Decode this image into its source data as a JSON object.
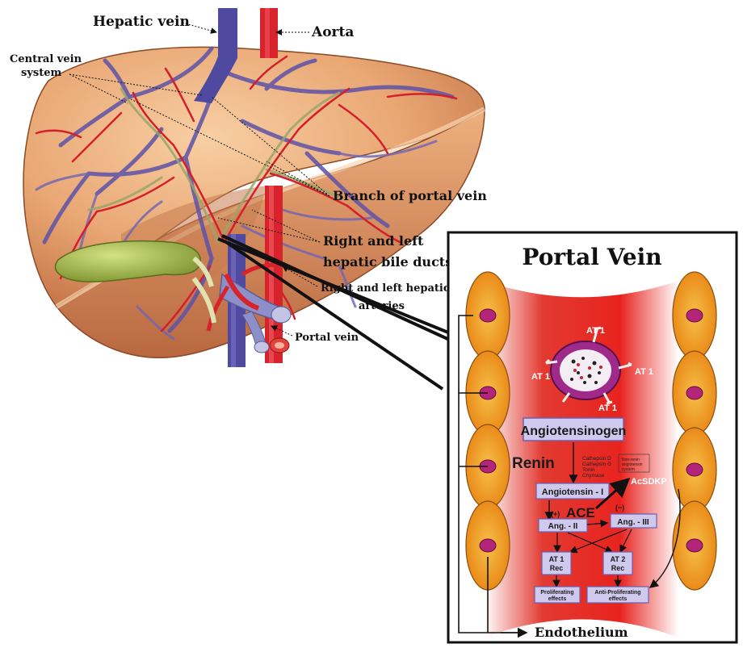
{
  "labels": {
    "hepatic_vein": "Hepatic vein",
    "aorta": "Aorta",
    "central_vein_line1": "Central vein",
    "central_vein_line2": "system",
    "branch_portal": "Branch of portal vein",
    "bile_ducts_line1": "Right and left",
    "bile_ducts_line2": "hepatic bile ducts",
    "hepatic_arteries_line1": "Right and left hepatic",
    "hepatic_arteries_line2": "arteries",
    "portal_vein": "Portal vein"
  },
  "inset": {
    "title": "Portal Vein",
    "at1": "AT 1",
    "angiotensinogen": "Angiotensinogen",
    "renin": "Renin",
    "enzymes": [
      "Cathepsin D",
      "Cathepsin G",
      "Tonin",
      "Chymase"
    ],
    "non_renin": [
      "Non-renin",
      "angiotensin",
      "system"
    ],
    "angiotensin_i": "Angiotensin - I",
    "acsdkp": "AcSDKP",
    "ace": "ACE",
    "plus": "(+)",
    "minus": "(−)",
    "ang_ii": "Ang. - II",
    "ang_iii": "Ang. - III",
    "at1_rec_line1": "AT 1",
    "at1_rec_line2": "Rec",
    "at2_rec_line1": "AT 2",
    "at2_rec_line2": "Rec",
    "proliferating_line1": "Proliferating",
    "proliferating_line2": "effects",
    "anti_proliferating_line1": "Anti-Proliferating",
    "anti_proliferating_line2": "effects",
    "endothelium": "Endothelium"
  },
  "colors": {
    "liver": "#e8a472",
    "liver_light": "#f6c79c",
    "vein_blue": "#4f49a0",
    "artery_red": "#d8222c",
    "gallbladder": "#a9bd4e",
    "box_fill": "#cfc9ee",
    "cell_fill": "#f3a21a",
    "nucleus": "#b4247a"
  }
}
